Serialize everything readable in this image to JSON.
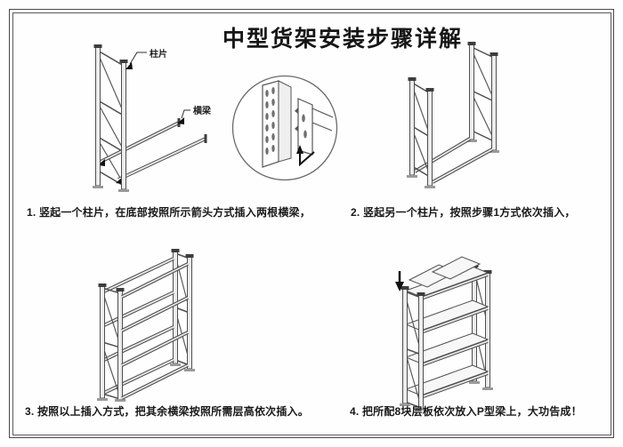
{
  "page": {
    "title": "中型货架安装步骤详解"
  },
  "colors": {
    "line": "#4f4f4f",
    "ink": "#191919",
    "paper": "#ffffff",
    "arrow": "#111111"
  },
  "part_labels": {
    "column_panel": "柱片",
    "beam": "横梁"
  },
  "steps": [
    {
      "caption": "1. 竖起一个柱片，在底部按照所示箭头方式插入两根横梁，"
    },
    {
      "caption": "2. 竖起另一个柱片，按照步骤1方式依次插入，"
    },
    {
      "caption": "3. 按照以上插入方式，把其余横梁按照所需层高依次插入。"
    },
    {
      "caption": "4. 把所配8块层板依次放入P型梁上，大功告成！"
    }
  ]
}
